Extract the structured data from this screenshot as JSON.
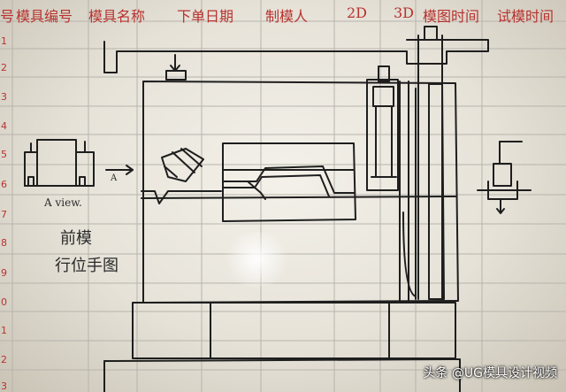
{
  "header": {
    "columns": [
      "号",
      "模具编号",
      "模具名称",
      "下单日期",
      "制模人",
      "2D",
      "3D",
      "模图时间",
      "试模时间"
    ]
  },
  "row_numbers": [
    "1",
    "2",
    "3",
    "4",
    "5",
    "6",
    "7",
    "8",
    "9",
    "0",
    "1",
    "2",
    "3"
  ],
  "sketch_labels": {
    "a_view": "A view.",
    "arrow_a": "A",
    "front_mold": "前模",
    "slider": "行位手图"
  },
  "watermark": "头条 @UG模具设计视频",
  "colors": {
    "grid": "#b7b4ad",
    "ink": "#1e1e1e",
    "header": "#b8322f"
  }
}
